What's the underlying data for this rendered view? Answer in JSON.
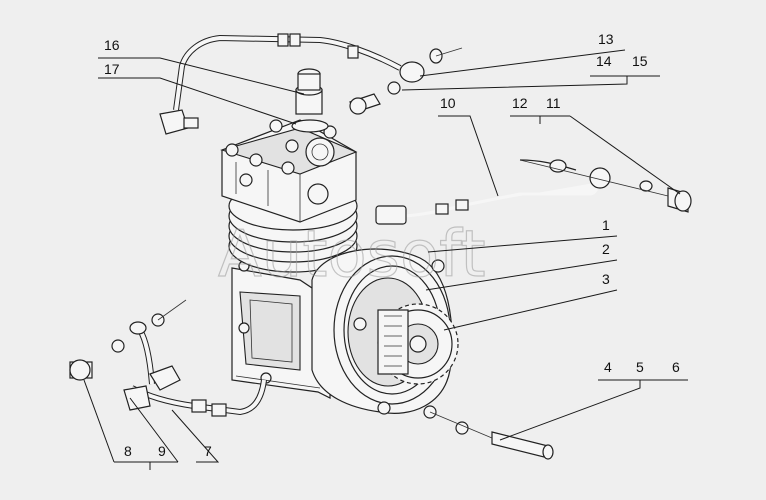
{
  "watermark": "Autosoft",
  "callouts": {
    "c1": "1",
    "c2": "2",
    "c3": "3",
    "c4": "4",
    "c5": "5",
    "c6": "6",
    "c7": "7",
    "c8": "8",
    "c9": "9",
    "c10": "10",
    "c11": "11",
    "c12": "12",
    "c13": "13",
    "c14": "14",
    "c15": "15",
    "c16": "16",
    "c17": "17"
  }
}
